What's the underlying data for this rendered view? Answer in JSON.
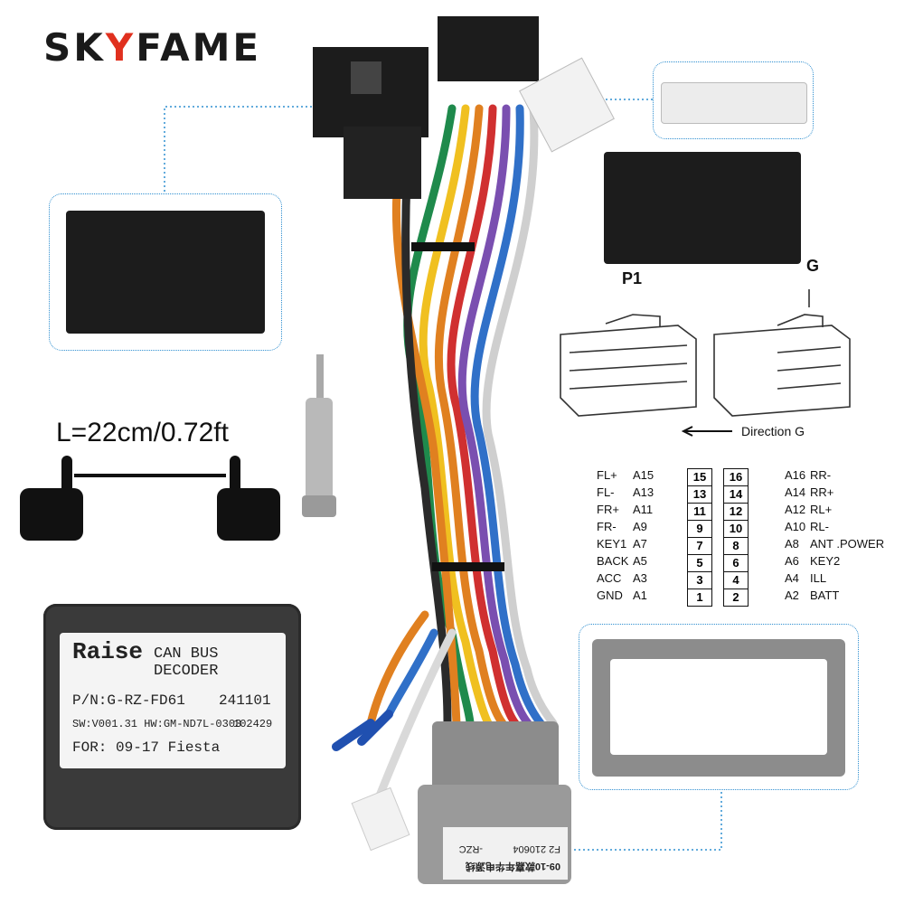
{
  "brand": {
    "prefix": "SK",
    "accent": "Y",
    "suffix": "FAME"
  },
  "length_label": "L=22cm/0.72ft",
  "direction_label": "Direction G",
  "connector_labels": {
    "p1": "P1",
    "g": "G"
  },
  "decoder": {
    "brand": "Raise",
    "title": "CAN BUS DECODER",
    "pn": "P/N:G-RZ-FD61",
    "date": "241101",
    "sw_hw": "SW:V001.31 HW:GM-ND7L-0303",
    "serial": "102429",
    "for": "FOR: 09-17 Fiesta"
  },
  "sticker": {
    "line1": "09-10款嘉年华电源线",
    "line2": "F2 210604",
    "line3": "-RZC"
  },
  "pinout": {
    "rows": [
      {
        "left_label": "FL+",
        "left_pin": "A15",
        "a": "15",
        "b": "16",
        "right_pin": "A16",
        "right_label": "RR-"
      },
      {
        "left_label": "FL-",
        "left_pin": "A13",
        "a": "13",
        "b": "14",
        "right_pin": "A14",
        "right_label": "RR+"
      },
      {
        "left_label": "FR+",
        "left_pin": "A11",
        "a": "11",
        "b": "12",
        "right_pin": "A12",
        "right_label": "RL+"
      },
      {
        "left_label": "FR-",
        "left_pin": "A9",
        "a": "9",
        "b": "10",
        "right_pin": "A10",
        "right_label": "RL-"
      },
      {
        "left_label": "KEY1",
        "left_pin": "A7",
        "a": "7",
        "b": "8",
        "right_pin": "A8",
        "right_label": "ANT .POWER"
      },
      {
        "left_label": "BACK",
        "left_pin": "A5",
        "a": "5",
        "b": "6",
        "right_pin": "A6",
        "right_label": "KEY2"
      },
      {
        "left_label": "ACC",
        "left_pin": "A3",
        "a": "3",
        "b": "4",
        "right_pin": "A4",
        "right_label": "ILL"
      },
      {
        "left_label": "GND",
        "left_pin": "A1",
        "a": "1",
        "b": "2",
        "right_pin": "A2",
        "right_label": "BATT"
      }
    ]
  },
  "colors": {
    "brand_accent": "#e0301e",
    "callout": "#2f8fd0",
    "decoder_body": "#3a3a3a",
    "grey_plug": "#8c8c8c"
  }
}
